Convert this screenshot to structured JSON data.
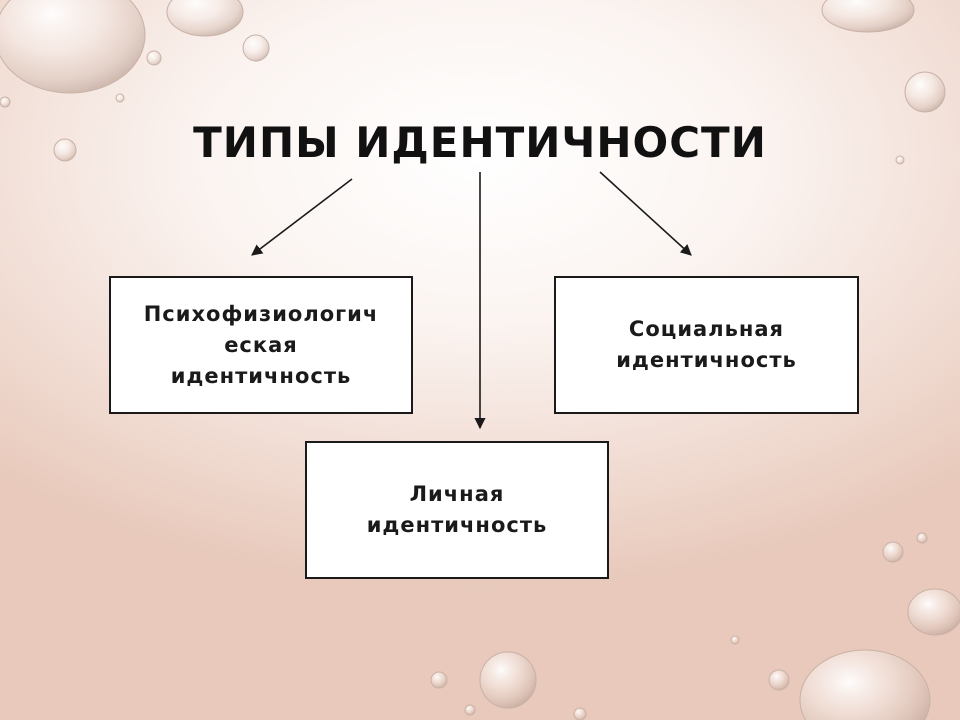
{
  "title": "ТИПЫ ИДЕНТИЧНОСТИ",
  "nodes": [
    {
      "id": "psychophysiological",
      "lines": [
        "Психофизиологич",
        "еская",
        "идентичность"
      ]
    },
    {
      "id": "social",
      "lines": [
        "Социальная",
        "идентичность"
      ]
    },
    {
      "id": "personal",
      "lines": [
        "Личная",
        "идентичность"
      ]
    }
  ],
  "edges": [
    {
      "from": "title",
      "to": "psychophysiological"
    },
    {
      "from": "title",
      "to": "personal"
    },
    {
      "from": "title",
      "to": "social"
    }
  ],
  "colors": {
    "stroke": "#1a1a1a",
    "box_fill": "#ffffff",
    "background": "#f1ddd4"
  }
}
